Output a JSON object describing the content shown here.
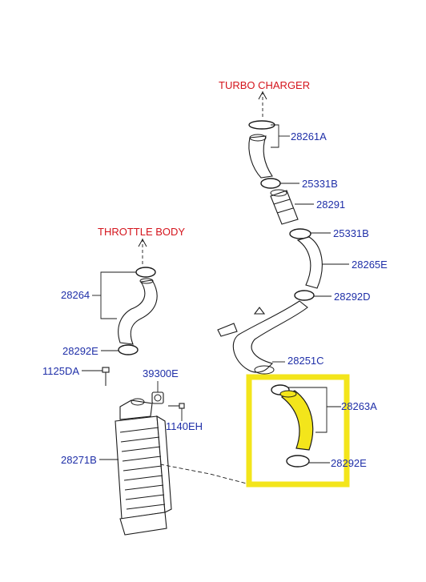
{
  "references": {
    "turbo_charger": "TURBO CHARGER",
    "throttle_body": "THROTTLE BODY"
  },
  "parts": {
    "p28261A": "28261A",
    "p25331B_upper": "25331B",
    "p28291": "28291",
    "p25331B_lower": "25331B",
    "p28265E": "28265E",
    "p28292D": "28292D",
    "p28251C": "28251C",
    "p28263A": "28263A",
    "p28292E_right": "28292E",
    "p28264": "28264",
    "p28292E_left": "28292E",
    "p1125DA": "1125DA",
    "p39300E": "39300E",
    "p1140EH": "1140EH",
    "p28271B": "28271B"
  },
  "colors": {
    "label": "#1f2fa8",
    "reference": "#d4141c",
    "highlight_box": "#f3e51b",
    "highlight_part": "#f3e51b"
  }
}
